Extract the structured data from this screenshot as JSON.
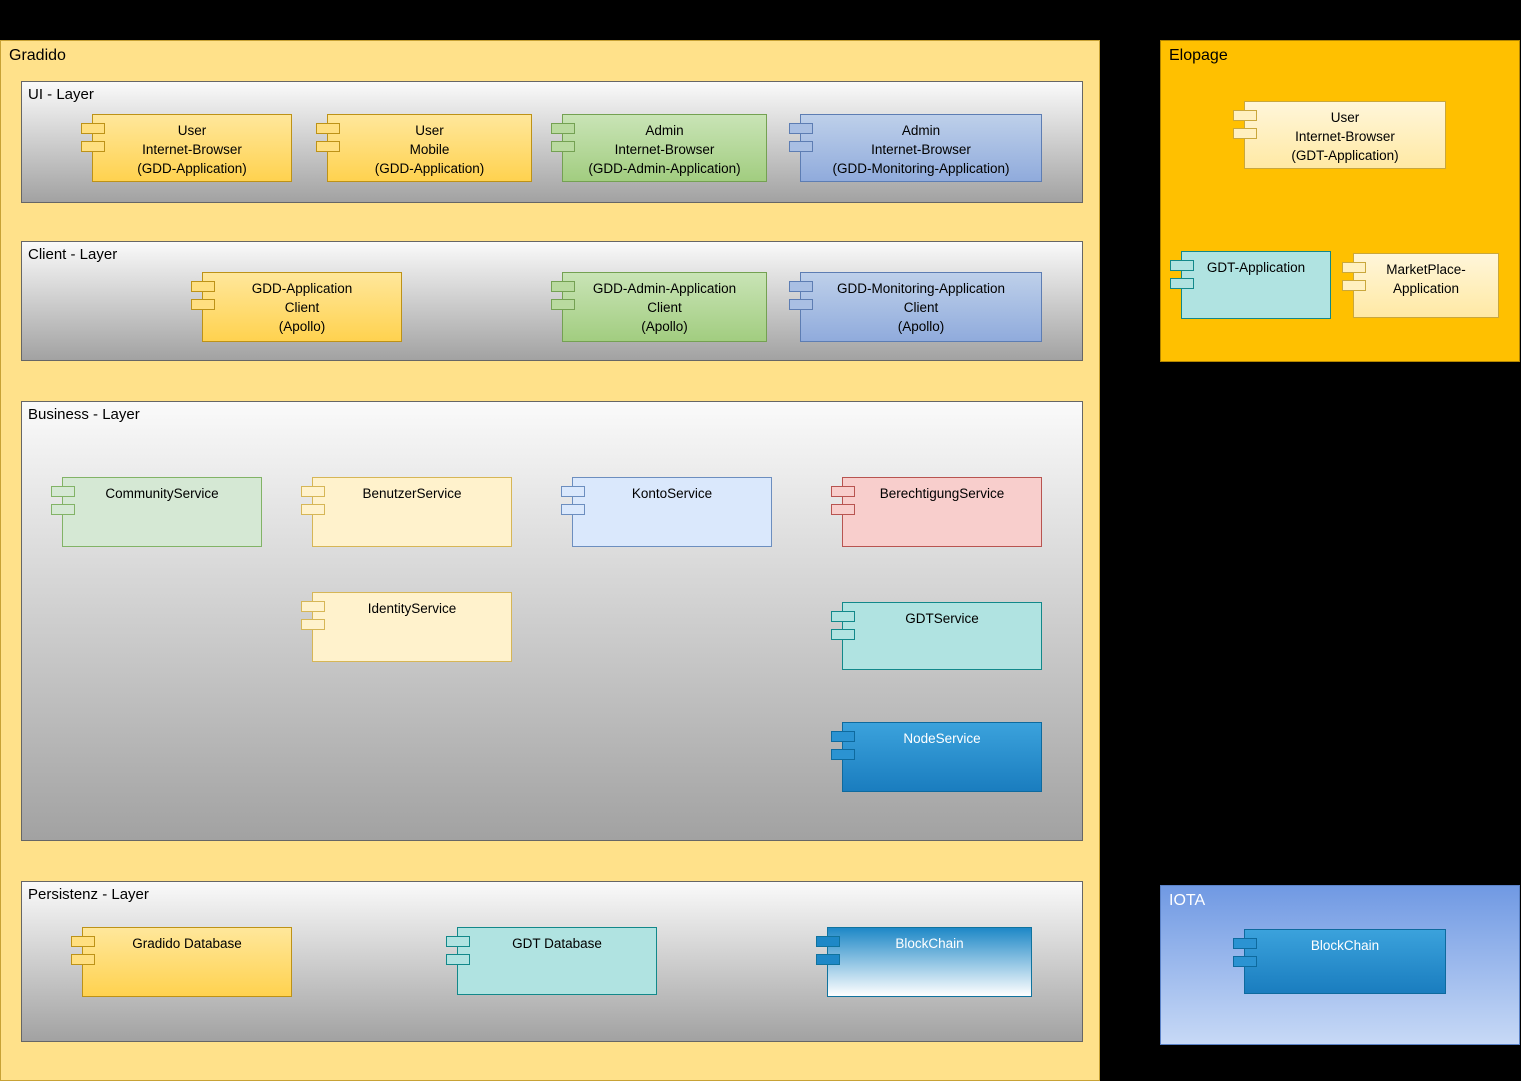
{
  "palette": {
    "gradido_background": "#FFE18A",
    "elopage_background": "#FFC000",
    "iota_background_top": "#7099E3",
    "iota_background_bottom": "#C7D9F6",
    "layer_background_top": "#FAFAFA",
    "layer_background_bottom": "#A2A2A2",
    "component_yellow": "#FFD966",
    "component_green": "#A9D18E",
    "component_blue": "#8FAADC",
    "component_pale_yellow": "#FFF2CC",
    "component_pale_green": "#D5E8D4",
    "component_pale_blue": "#DAE8FC",
    "component_pale_red": "#F8CECC",
    "component_teal": "#B0E3E1",
    "component_strong_blue": "#1E88C7",
    "page_background": "#000000"
  },
  "gradido": {
    "title": "Gradido",
    "layers": {
      "ui": {
        "title": "UI - Layer",
        "components": [
          {
            "label": "User\nInternet-Browser\n(GDD-Application)"
          },
          {
            "label": "User\nMobile\n(GDD-Application)"
          },
          {
            "label": "Admin\nInternet-Browser\n(GDD-Admin-Application)"
          },
          {
            "label": "Admin\nInternet-Browser\n(GDD-Monitoring-Application)"
          }
        ]
      },
      "client": {
        "title": "Client - Layer",
        "components": [
          {
            "label": "GDD-Application\nClient\n(Apollo)"
          },
          {
            "label": "GDD-Admin-Application\nClient\n(Apollo)"
          },
          {
            "label": "GDD-Monitoring-Application\nClient\n(Apollo)"
          }
        ]
      },
      "business": {
        "title": "Business - Layer",
        "components": [
          {
            "label": "CommunityService"
          },
          {
            "label": "BenutzerService"
          },
          {
            "label": "KontoService"
          },
          {
            "label": "BerechtigungService"
          },
          {
            "label": "IdentityService"
          },
          {
            "label": "GDTService"
          },
          {
            "label": "NodeService"
          }
        ]
      },
      "persistenz": {
        "title": "Persistenz - Layer",
        "components": [
          {
            "label": "Gradido Database"
          },
          {
            "label": "GDT Database"
          },
          {
            "label": "BlockChain"
          }
        ]
      }
    }
  },
  "elopage": {
    "title": "Elopage",
    "components": [
      {
        "label": "User\nInternet-Browser\n(GDT-Application)"
      },
      {
        "label": "GDT-Application"
      },
      {
        "label": "MarketPlace-\nApplication"
      }
    ]
  },
  "iota": {
    "title": "IOTA",
    "components": [
      {
        "label": "BlockChain"
      }
    ]
  }
}
